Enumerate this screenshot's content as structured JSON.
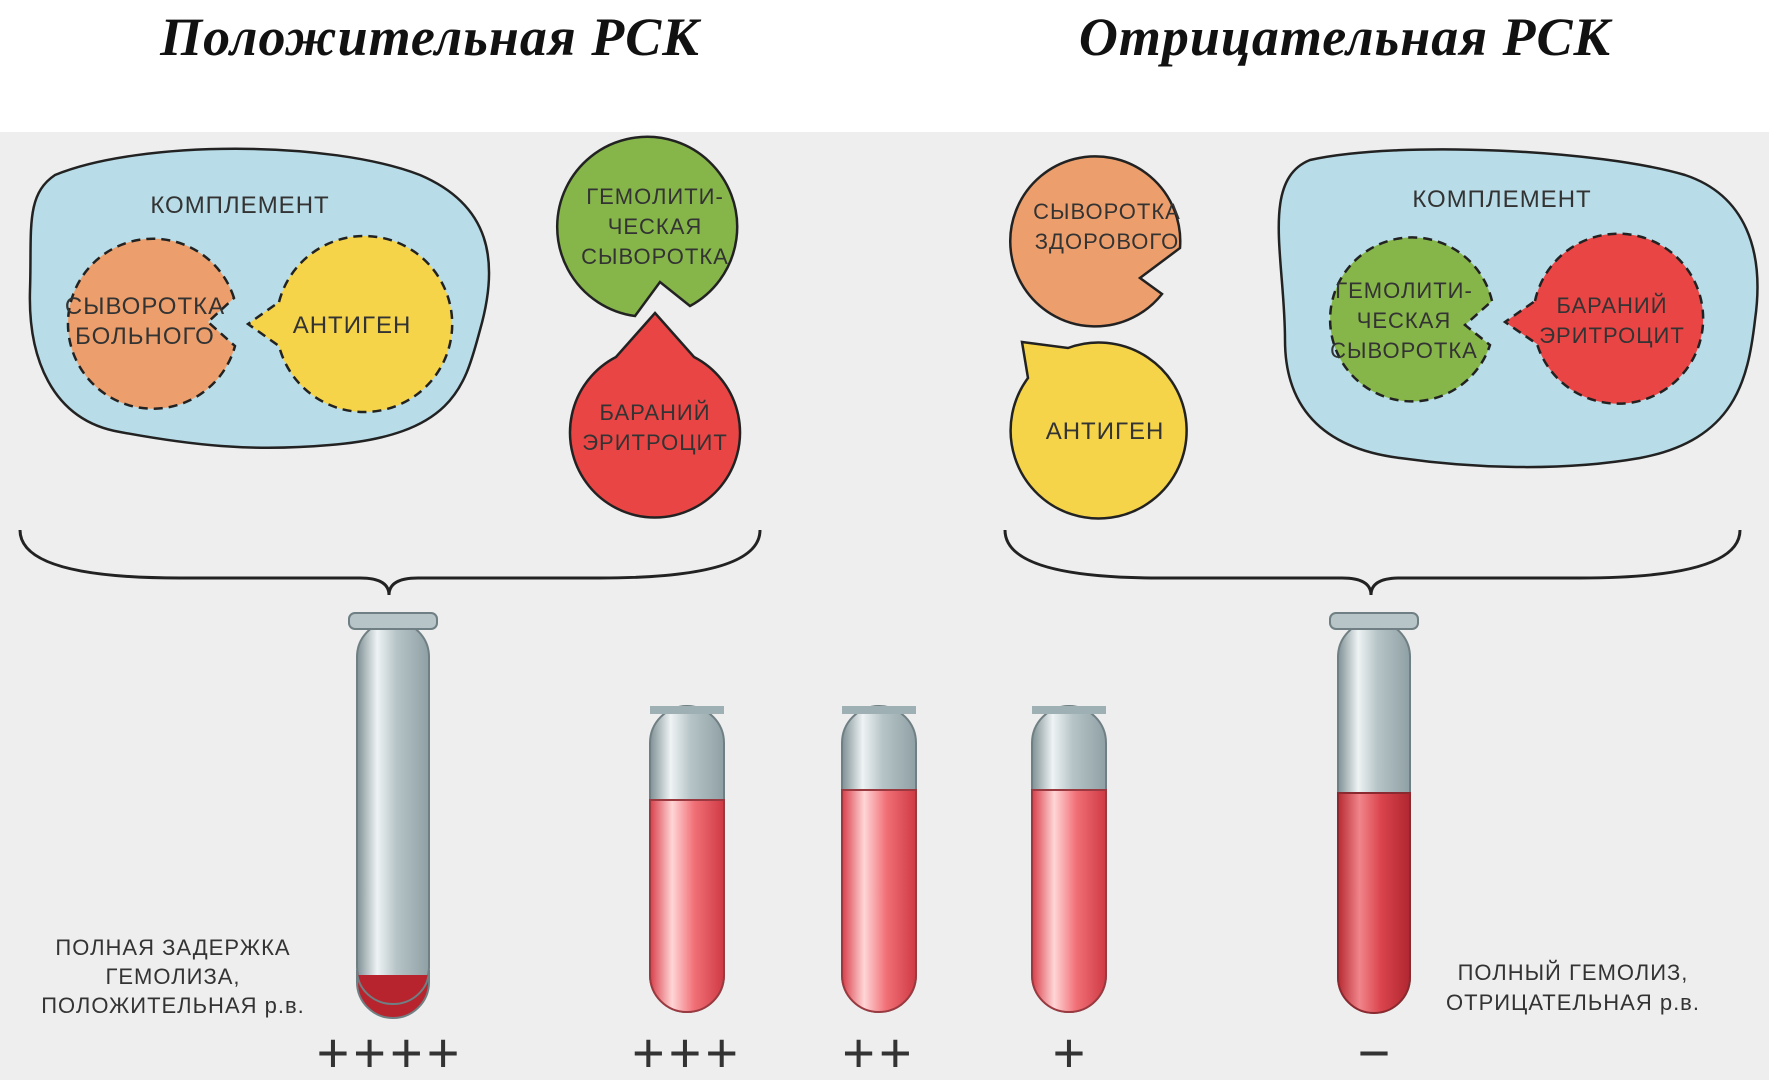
{
  "titles": {
    "positive": "Положительная РСК",
    "negative": "Отрицательная РСК"
  },
  "positive": {
    "complement_label": "КОМПЛЕМЕНТ",
    "patient_serum": [
      "СЫВОРОТКА",
      "БОЛЬНОГО"
    ],
    "antigen": "АНТИГЕН",
    "hemolytic_serum": [
      "ГЕМОЛИТИ-",
      "ЧЕСКАЯ",
      "СЫВОРОТКА"
    ],
    "sheep_rbc": [
      "БАРАНИЙ",
      "ЭРИТРОЦИТ"
    ],
    "result": [
      "ПОЛНАЯ ЗАДЕРЖКА",
      "ГЕМОЛИЗА,",
      "ПОЛОЖИТЕЛЬНАЯ р.в."
    ]
  },
  "negative": {
    "healthy_serum": [
      "СЫВОРОТКА",
      "ЗДОРОВОГО"
    ],
    "antigen": "АНТИГЕН",
    "complement_label": "КОМПЛЕМЕНТ",
    "hemolytic_serum": [
      "ГЕМОЛИТИ-",
      "ЧЕСКАЯ",
      "СЫВОРОТКА"
    ],
    "sheep_rbc": [
      "БАРАНИЙ",
      "ЭРИТРОЦИТ"
    ],
    "result": [
      "ПОЛНЫЙ ГЕМОЛИЗ,",
      "ОТРИЦАТЕЛЬНАЯ р.в."
    ]
  },
  "grades": [
    "++++",
    "+++",
    "++",
    "+",
    "−"
  ],
  "colors": {
    "background": "#eeeeee",
    "complement": "#b8dde8",
    "patient_serum": "#ec9f6c",
    "antigen": "#f6d44a",
    "hemolytic_serum": "#86b54a",
    "sheep_rbc": "#e94545",
    "tube_glass": "#b9c7ca",
    "tube_blood": "#e15157"
  }
}
